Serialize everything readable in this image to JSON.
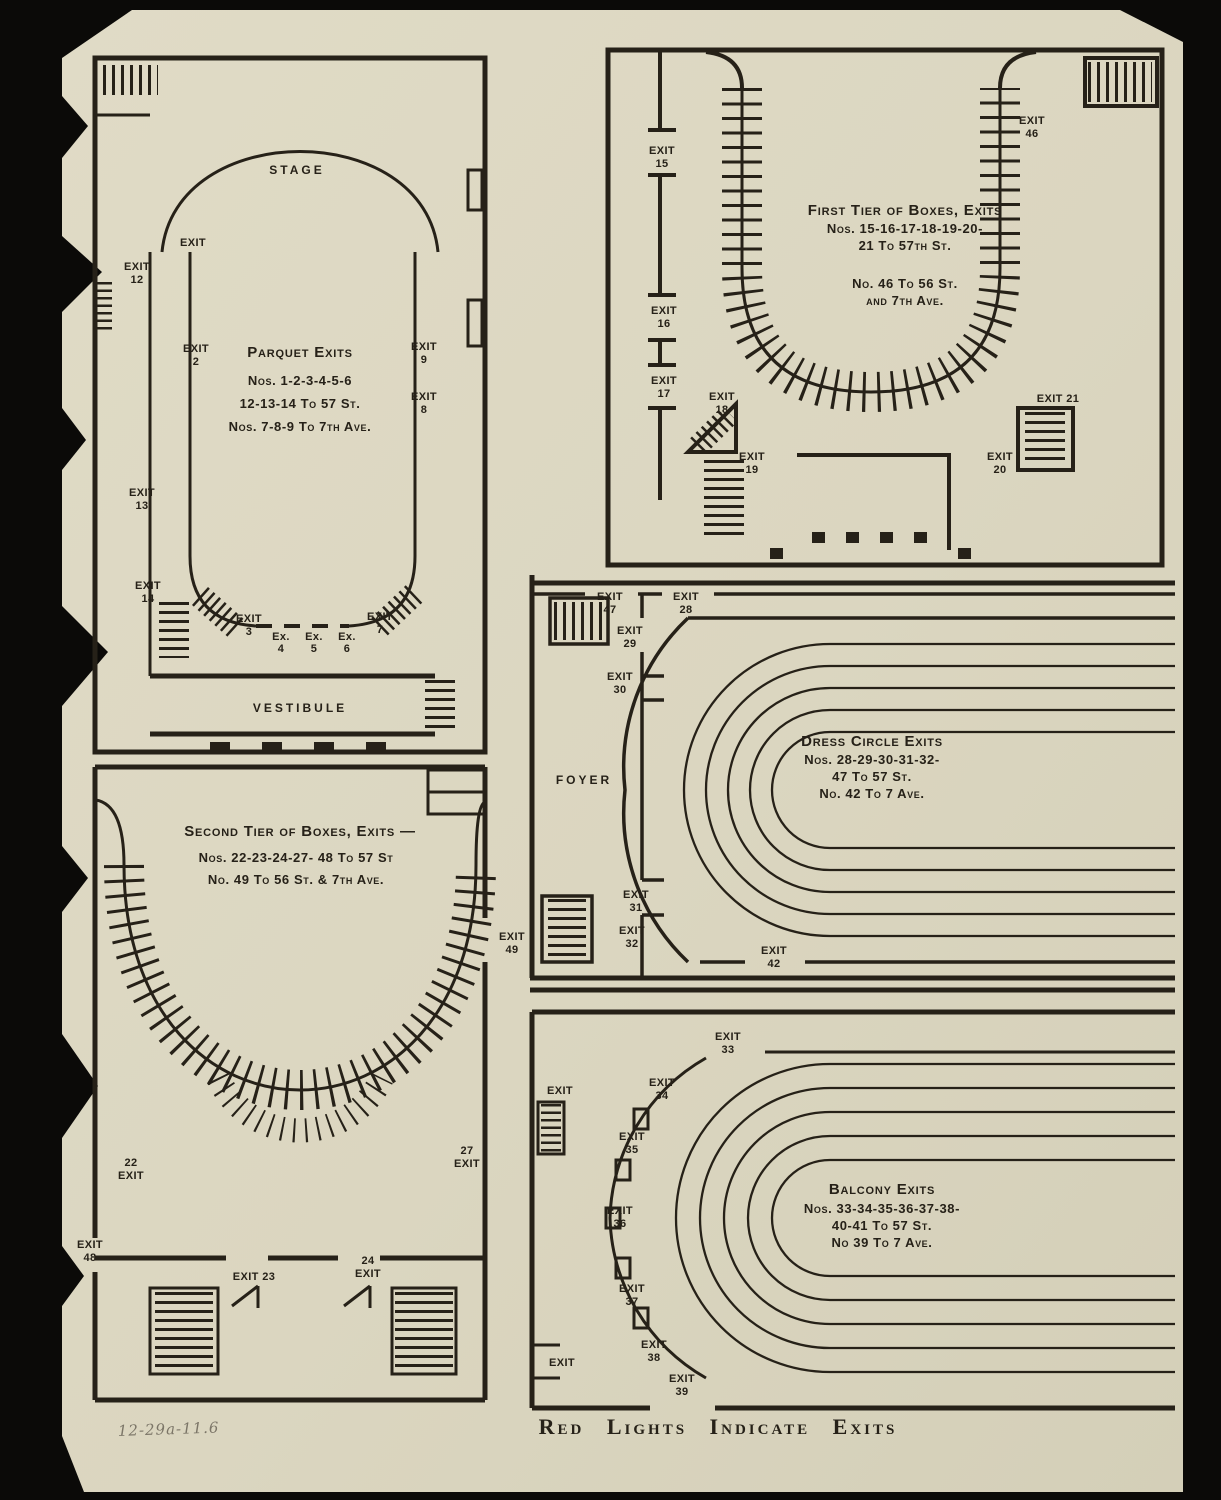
{
  "page": {
    "footer": "Red Lights Indicate Exits",
    "handwritten_note": "12-29a-11.6",
    "paper_color": "#dbd6c0",
    "ink_color": "#262118"
  },
  "parquet": {
    "stage": "STAGE",
    "exit_nw": "EXIT",
    "title": "Parquet Exits",
    "l1": "Nos. 1-2-3-4-5-6",
    "l2": "12-13-14 To 57 St.",
    "l3": "Nos. 7-8-9 To 7th Ave.",
    "vestibule": "VESTIBULE",
    "e12": {
      "a": "EXIT",
      "b": "12"
    },
    "e2": {
      "a": "EXIT",
      "b": "2"
    },
    "e13": {
      "a": "EXIT",
      "b": "13"
    },
    "e14": {
      "a": "EXIT",
      "b": "14"
    },
    "e3": {
      "a": "EXIT",
      "b": "3"
    },
    "e4": {
      "a": "Ex.",
      "b": "4"
    },
    "e5": {
      "a": "Ex.",
      "b": "5"
    },
    "e6": {
      "a": "Ex.",
      "b": "6"
    },
    "e7": {
      "a": "EXIT",
      "b": "7"
    },
    "e8": {
      "a": "EXIT",
      "b": "8"
    },
    "e9": {
      "a": "EXIT",
      "b": "9"
    }
  },
  "first_tier": {
    "t1": "First Tier of Boxes, Exits",
    "t2": "Nos. 15-16-17-18-19-20-",
    "t3": "21 To 57th St.",
    "t4": "No. 46 To 56 St.",
    "t5": "and 7th Ave.",
    "e46": {
      "a": "EXIT",
      "b": "46"
    },
    "e15": {
      "a": "EXIT",
      "b": "15"
    },
    "e16": {
      "a": "EXIT",
      "b": "16"
    },
    "e17": {
      "a": "EXIT",
      "b": "17"
    },
    "e18": {
      "a": "EXIT",
      "b": "18"
    },
    "e19": {
      "a": "EXIT",
      "b": "19"
    },
    "e20": {
      "a": "EXIT",
      "b": "20"
    },
    "e21": "EXIT 21"
  },
  "dress_circle": {
    "foyer": "FOYER",
    "t1": "Dress Circle Exits",
    "t2": "Nos. 28-29-30-31-32-",
    "t3": "47 To 57 St.",
    "t4": "No. 42 To 7 Ave.",
    "e47": {
      "a": "EXIT",
      "b": "47"
    },
    "e28": {
      "a": "EXIT",
      "b": "28"
    },
    "e29": {
      "a": "EXIT",
      "b": "29"
    },
    "e30": {
      "a": "EXIT",
      "b": "30"
    },
    "e31": {
      "a": "EXIT",
      "b": "31"
    },
    "e32": {
      "a": "EXIT",
      "b": "32"
    },
    "e42": {
      "a": "EXIT",
      "b": "42"
    }
  },
  "second_tier": {
    "t1": "Second Tier of Boxes, Exits —",
    "t2": "Nos. 22-23-24-27- 48 To 57 St",
    "t3": "No. 49 To 56 St. & 7th Ave.",
    "e49": {
      "a": "EXIT",
      "b": "49"
    },
    "e22": {
      "a": "22",
      "b": "EXIT"
    },
    "e27": {
      "a": "27",
      "b": "EXIT"
    },
    "e48": {
      "a": "EXIT",
      "b": "48"
    },
    "e23": "EXIT 23",
    "e24": {
      "a": "24",
      "b": "EXIT"
    }
  },
  "balcony": {
    "t1": "Balcony Exits",
    "t2": "Nos. 33-34-35-36-37-38-",
    "t3": "40-41 To 57 St.",
    "t4": "No 39 To 7 Ave.",
    "side_exit_top": "EXIT",
    "side_exit_bottom": "EXIT",
    "e33": {
      "a": "EXIT",
      "b": "33"
    },
    "e34": {
      "a": "EXIT",
      "b": "34"
    },
    "e35": {
      "a": "EXIT",
      "b": "35"
    },
    "e36": {
      "a": "EXIT",
      "b": "36"
    },
    "e37": {
      "a": "EXIT",
      "b": "37"
    },
    "e38": {
      "a": "EXIT",
      "b": "38"
    },
    "e39": {
      "a": "EXIT",
      "b": "39"
    }
  }
}
